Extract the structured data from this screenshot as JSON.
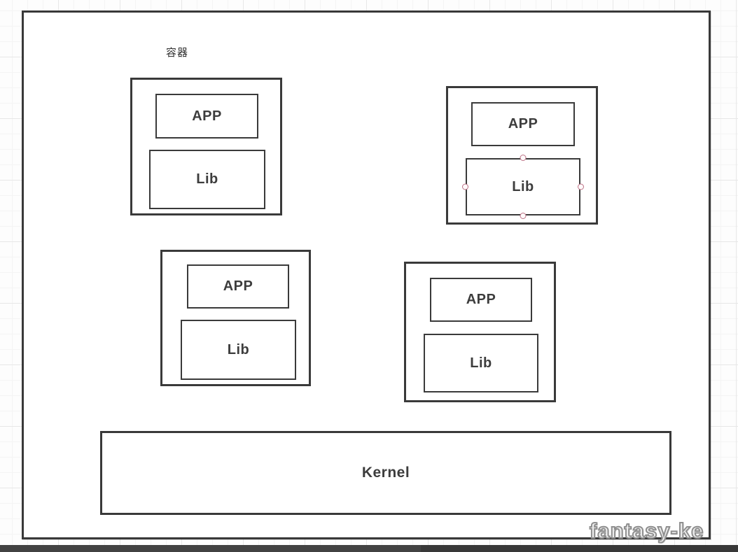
{
  "diagram": {
    "canvas_label": "容器",
    "watermark": "fantasy-ke",
    "kernel": {
      "label": "Kernel"
    },
    "containers": [
      {
        "name": "container-1",
        "app": "APP",
        "lib": "Lib",
        "lib_selected": false
      },
      {
        "name": "container-2",
        "app": "APP",
        "lib": "Lib",
        "lib_selected": true
      },
      {
        "name": "container-3",
        "app": "APP",
        "lib": "Lib",
        "lib_selected": false
      },
      {
        "name": "container-4",
        "app": "APP",
        "lib": "Lib",
        "lib_selected": false
      }
    ],
    "colors": {
      "shape_border": "#3a3a3a",
      "label_text": "#3d3d3d",
      "selection_handle_ring": "#bd7286",
      "grid_line_minor": "#f4f4f4",
      "grid_line_major": "#e7e7e7",
      "bottom_bar": "#3e3e3e",
      "watermark_outline": "#8f8f8f"
    }
  }
}
